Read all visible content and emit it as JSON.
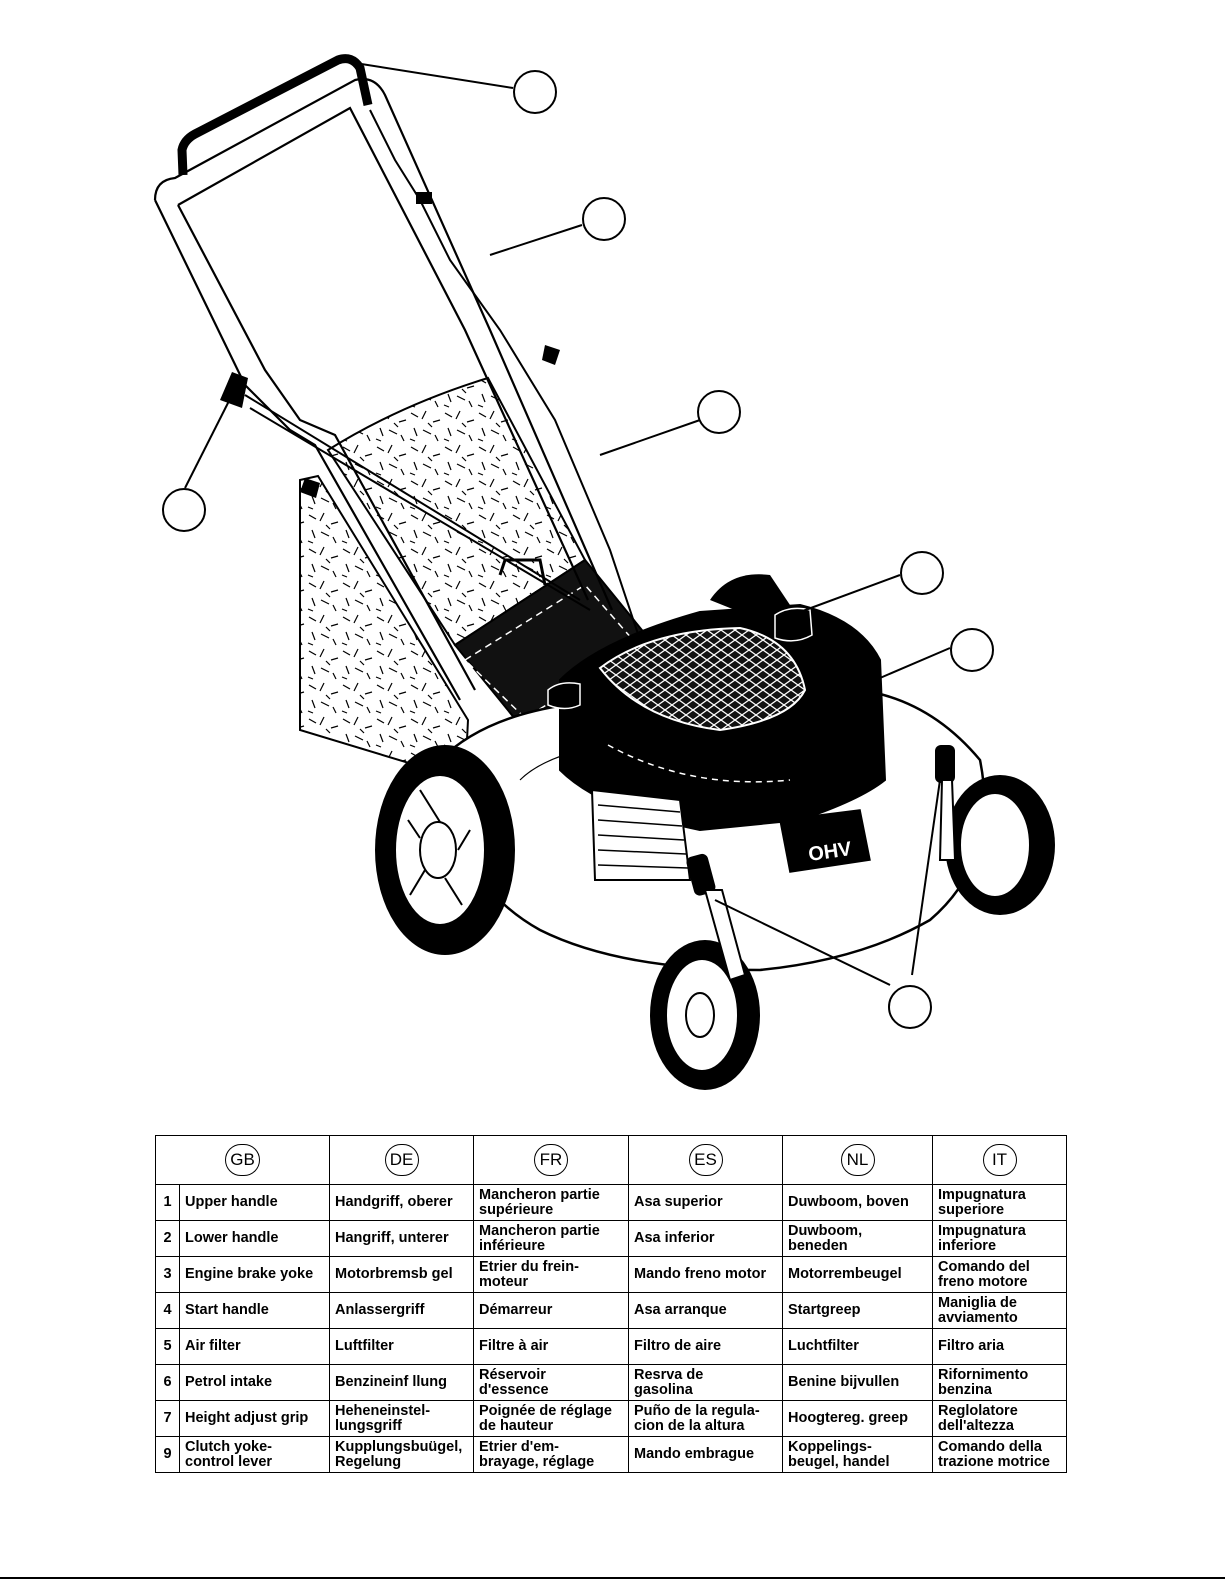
{
  "languages": [
    "GB",
    "DE",
    "FR",
    "ES",
    "NL",
    "IT"
  ],
  "illustration": {
    "engine_badge": "OHV",
    "callout_count": 7
  },
  "parts": [
    {
      "num": "1",
      "gb": "Upper handle",
      "de": "Handgriff, oberer",
      "fr": "Mancheron partie\nsupérieure",
      "es": "Asa superior",
      "nl": "Duwboom, boven",
      "it": "Impugnatura\nsuperiore"
    },
    {
      "num": "2",
      "gb": "Lower handle",
      "de": "Hangriff, unterer",
      "fr": "Mancheron partie\ninférieure",
      "es": "Asa inferior",
      "nl": "Duwboom,\nbeneden",
      "it": "Impugnatura\ninferiore"
    },
    {
      "num": "3",
      "gb": "Engine brake yoke",
      "de": "Motorbremsb gel",
      "fr": "Etrier du frein-\nmoteur",
      "es": "Mando freno motor",
      "nl": "Motorrembeugel",
      "it": "Comando del\nfreno motore"
    },
    {
      "num": "4",
      "gb": "Start handle",
      "de": "Anlassergriff",
      "fr": "Démarreur",
      "es": "Asa arranque",
      "nl": "Startgreep",
      "it": "Maniglia de\navviamento"
    },
    {
      "num": "5",
      "gb": "Air filter",
      "de": "Luftfilter",
      "fr": "Filtre à air",
      "es": "Filtro de aire",
      "nl": "Luchtfilter",
      "it": "Filtro aria"
    },
    {
      "num": "6",
      "gb": "Petrol intake",
      "de": "Benzineinf llung",
      "fr": "Réservoir\nd'essence",
      "es": "Resrva de\ngasolina",
      "nl": "Benine bijvullen",
      "it": "Rifornimento\nbenzina"
    },
    {
      "num": "7",
      "gb": "Height adjust grip",
      "de": "Heheneinstel-\nlungsgriff",
      "fr": "Poignée de réglage\nde hauteur",
      "es": "Puño de la regula-\ncion de la altura",
      "nl": "Hoogtereg. greep",
      "it": "Reglolatore\ndell'altezza"
    },
    {
      "num": "9",
      "gb": "Clutch yoke-\ncontrol lever",
      "de": "Kupplungsbuügel,\nRegelung",
      "fr": "Etrier d'em-\nbrayage, réglage",
      "es": "Mando embrague",
      "nl": "Koppelings-\nbeugel, handel",
      "it": "Comando della\ntrazione motrice"
    }
  ]
}
